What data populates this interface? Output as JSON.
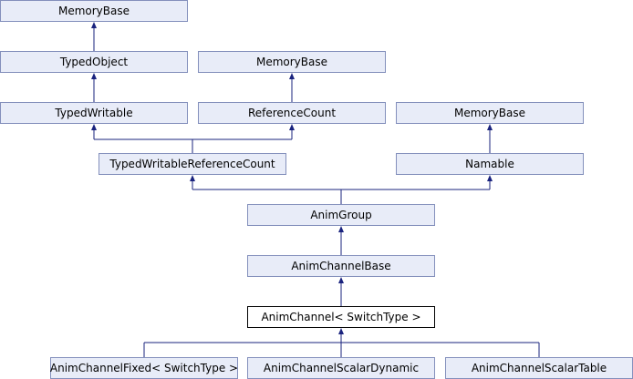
{
  "diagram": {
    "nodes": {
      "mb1": "MemoryBase",
      "typed_object": "TypedObject",
      "mb2": "MemoryBase",
      "typed_writable": "TypedWritable",
      "reference_count": "ReferenceCount",
      "mb3": "MemoryBase",
      "twrc": "TypedWritableReferenceCount",
      "namable": "Namable",
      "anim_group": "AnimGroup",
      "anim_channel_base": "AnimChannelBase",
      "anim_channel": "AnimChannel< SwitchType >",
      "anim_channel_fixed": "AnimChannelFixed< SwitchType >",
      "anim_channel_scalar_dynamic": "AnimChannelScalarDynamic",
      "anim_channel_scalar_table": "AnimChannelScalarTable"
    }
  }
}
